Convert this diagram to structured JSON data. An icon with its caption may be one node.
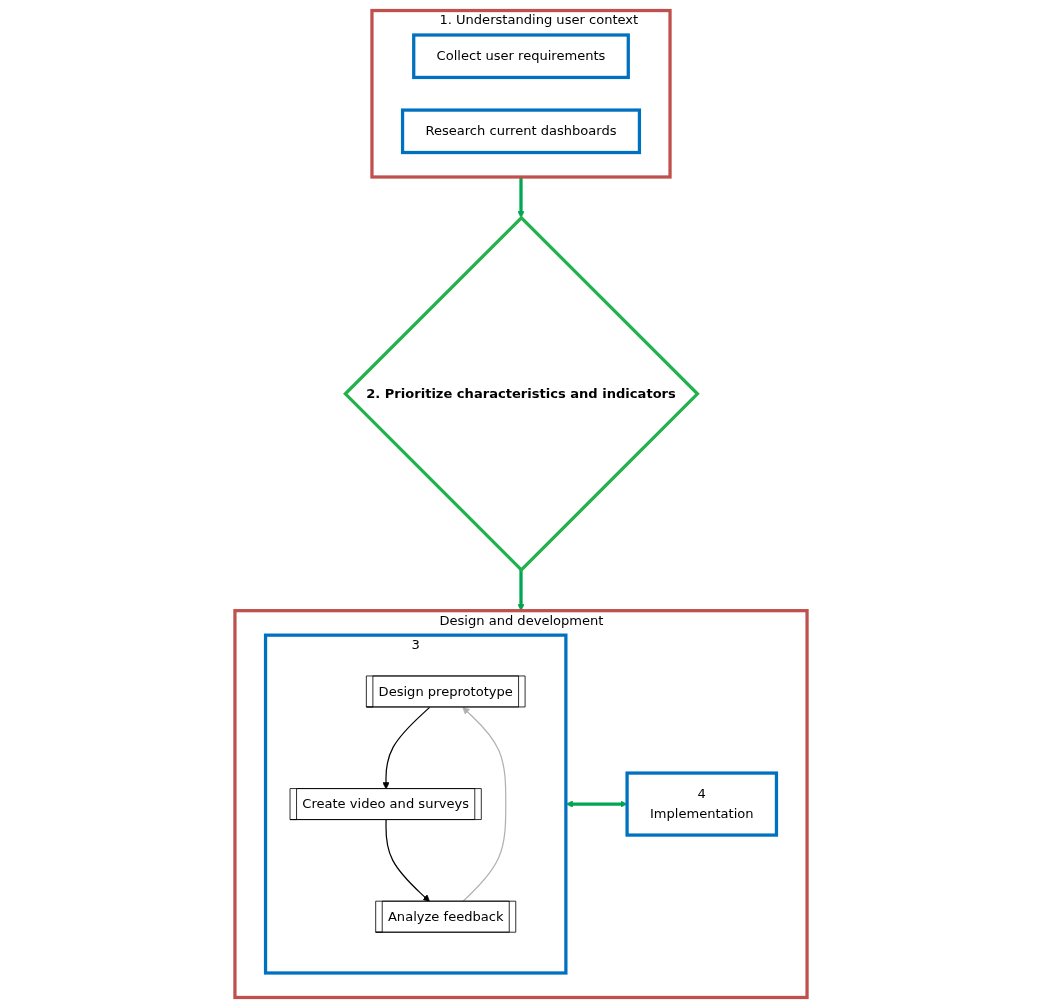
{
  "diagram": {
    "nodes": [
      {
        "text": [
          "1. Understanding user context"
        ]
      },
      {
        "text": [
          "Collect user requirements"
        ],
        "in": 0
      },
      {
        "text": [
          "Research current dashboards"
        ],
        "in": 0
      },
      {
        "text": [
          "2. Prioritize characteristics and indicators"
        ]
      },
      {
        "text": [
          "Design and development"
        ]
      },
      {
        "text": [
          "3"
        ],
        "in": 4
      },
      {
        "text": [
          "Design preprototype"
        ],
        "in": 5
      },
      {
        "text": [
          "Create video and surveys"
        ],
        "in": 5
      },
      {
        "text": [
          "Analyze feedback"
        ],
        "in": 5
      },
      {
        "text": [
          "4",
          "Implementation"
        ],
        "in": 4
      }
    ],
    "edges": [
      {
        "from": 0,
        "to": 3,
        "arrow": "to",
        "style": "thick",
        "color": "#00a651"
      },
      {
        "from": 3,
        "to": 4,
        "arrow": "to",
        "style": "thick",
        "color": "#00a651"
      },
      {
        "from": 6,
        "to": 7,
        "arrow": "to",
        "color": "#000000"
      },
      {
        "from": 7,
        "to": 8,
        "arrow": "to",
        "color": "#000000"
      },
      {
        "from": 8,
        "to": 6,
        "arrow": "to",
        "color": "#b0b0b0"
      },
      {
        "from": 5,
        "to": 9,
        "arrow": "both",
        "style": "thick",
        "color": "#00a651"
      }
    ]
  }
}
